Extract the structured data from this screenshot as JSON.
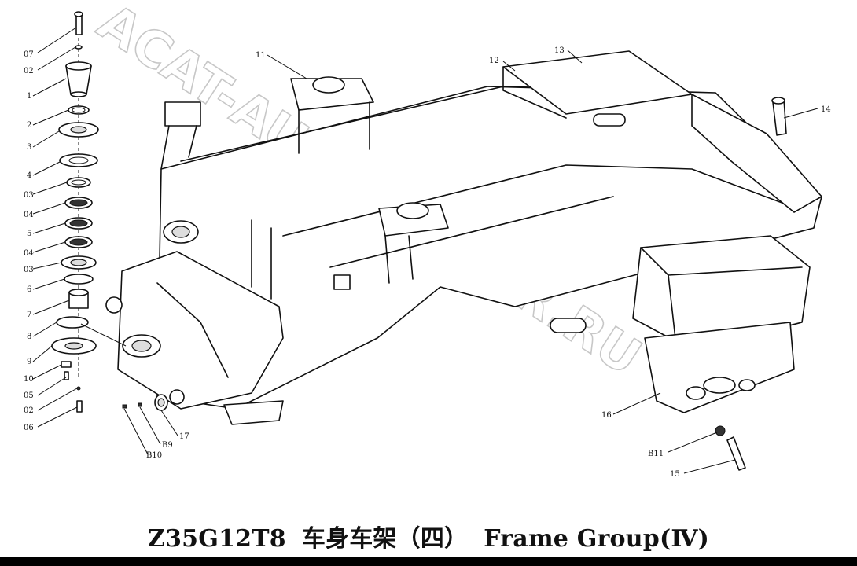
{
  "callouts": [
    {
      "id": "c-07a",
      "text": "07"
    },
    {
      "id": "c-02a",
      "text": "02"
    },
    {
      "id": "c-1",
      "text": "1"
    },
    {
      "id": "c-2",
      "text": "2"
    },
    {
      "id": "c-3",
      "text": "3"
    },
    {
      "id": "c-4",
      "text": "4"
    },
    {
      "id": "c-03a",
      "text": "03"
    },
    {
      "id": "c-04a",
      "text": "04"
    },
    {
      "id": "c-5",
      "text": "5"
    },
    {
      "id": "c-04b",
      "text": "04"
    },
    {
      "id": "c-03b",
      "text": "03"
    },
    {
      "id": "c-6",
      "text": "6"
    },
    {
      "id": "c-7",
      "text": "7"
    },
    {
      "id": "c-8",
      "text": "8"
    },
    {
      "id": "c-9",
      "text": "9"
    },
    {
      "id": "c-10",
      "text": "10"
    },
    {
      "id": "c-05",
      "text": "05"
    },
    {
      "id": "c-02b",
      "text": "02"
    },
    {
      "id": "c-06",
      "text": "06"
    },
    {
      "id": "c-11",
      "text": "11"
    },
    {
      "id": "c-12",
      "text": "12"
    },
    {
      "id": "c-13",
      "text": "13"
    },
    {
      "id": "c-14",
      "text": "14"
    },
    {
      "id": "c-15",
      "text": "15"
    },
    {
      "id": "c-16",
      "text": "16"
    },
    {
      "id": "c-17",
      "text": "17"
    },
    {
      "id": "c-b9",
      "text": "B9"
    },
    {
      "id": "c-b10",
      "text": "B10"
    },
    {
      "id": "c-b11",
      "text": "B11"
    }
  ],
  "watermark": "ACAT-AUTODEALER.RU",
  "caption": {
    "model": "Z35G12T8",
    "title_cn": "车身车架（四）",
    "title_en": "Frame Group(Ⅳ)"
  }
}
